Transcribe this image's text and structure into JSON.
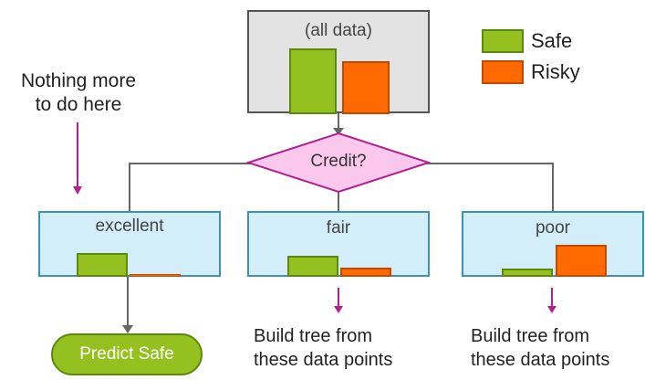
{
  "root": {
    "label": "(all data)",
    "safe": 0.72,
    "risky": 0.58
  },
  "legend": {
    "safe_label": "Safe",
    "risky_label": "Risky",
    "safe_color": "#94c11f",
    "risky_color": "#ff6a00"
  },
  "decision": {
    "label": "Credit?"
  },
  "branches": {
    "excellent": {
      "label": "excellent",
      "safe": 0.5,
      "risky": 0.04
    },
    "fair": {
      "label": "fair",
      "safe": 0.45,
      "risky": 0.2
    },
    "poor": {
      "label": "poor",
      "safe": 0.22,
      "risky": 0.7
    }
  },
  "annotations": {
    "nothing_line1": "Nothing more",
    "nothing_line2": "to do here",
    "build_fair_line1": "Build tree from",
    "build_fair_line2": "these data points",
    "build_poor_line1": "Build tree from",
    "build_poor_line2": "these data points"
  },
  "leaf": {
    "label": "Predict Safe"
  }
}
